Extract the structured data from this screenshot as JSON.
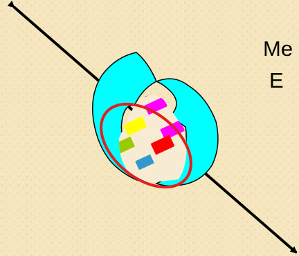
{
  "colors": {
    "background": "#f5e6bf",
    "background_speckle": "#ead59c",
    "axis": "#000000",
    "shell": "#00ffff",
    "shell_stroke": "#000000",
    "inner": "#f7ecd3",
    "highlight_ring": "#e02020"
  },
  "label": {
    "line1": "Me",
    "line2": "E"
  },
  "blocks": [
    {
      "name": "block-purple-top",
      "color": "#993366"
    },
    {
      "name": "block-magenta-upper",
      "color": "#ff00ff"
    },
    {
      "name": "block-purple-right",
      "color": "#993366"
    },
    {
      "name": "block-yellow",
      "color": "#ffff00"
    },
    {
      "name": "block-magenta-lower",
      "color": "#ff00ff"
    },
    {
      "name": "block-green",
      "color": "#99cc00"
    },
    {
      "name": "block-red",
      "color": "#ff0000"
    },
    {
      "name": "block-blue",
      "color": "#3399cc"
    }
  ]
}
